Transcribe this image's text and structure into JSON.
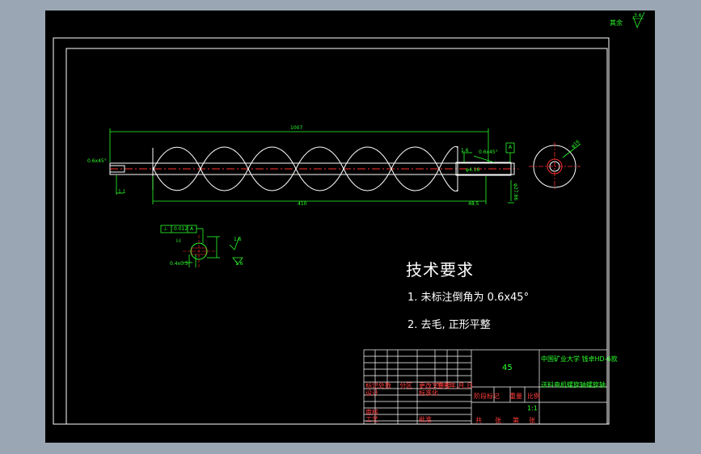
{
  "corner_note": "其余",
  "corner_roughness": "3.6",
  "tech_title": "技术要求",
  "tech_lines": [
    "1. 未标注倒角为 0.6x45°",
    "2. 去毛, 正形平整"
  ],
  "dims": {
    "total_length": "1007",
    "inner_length": "410",
    "end_length": "48.5",
    "chamfer_left": "0.6x45°",
    "chamfer_right": "0.6x45°",
    "dia_right": "φ4.16",
    "roughness_right": "1.6",
    "datum": "A",
    "left_small": "1.1",
    "vertical_right": "φ27.86",
    "section_label": "I-I",
    "tol_box": [
      "⊥",
      "0.012",
      "A"
    ],
    "section_dim": "0.4x0.5",
    "roughness_a": "1.6",
    "roughness_b": "1.6",
    "circle_dim": "φ16"
  },
  "title_block": {
    "material": "45",
    "school": "中国矿业大学 钱卓HD-6款",
    "part_name": "送料电机螺旋轴螺旋轴",
    "scale": "1:1",
    "row_labels": [
      "标记",
      "处数",
      "分区",
      "更改文件号",
      "签名",
      "年,月,日"
    ],
    "design": "设计",
    "standard": "标准化",
    "audit": "审核",
    "craft": "工艺",
    "approve": "批准",
    "stage": "阶段标记",
    "weight": "重量",
    "ratio": "比例",
    "sheets": [
      "共",
      "张",
      "第",
      "张"
    ]
  }
}
